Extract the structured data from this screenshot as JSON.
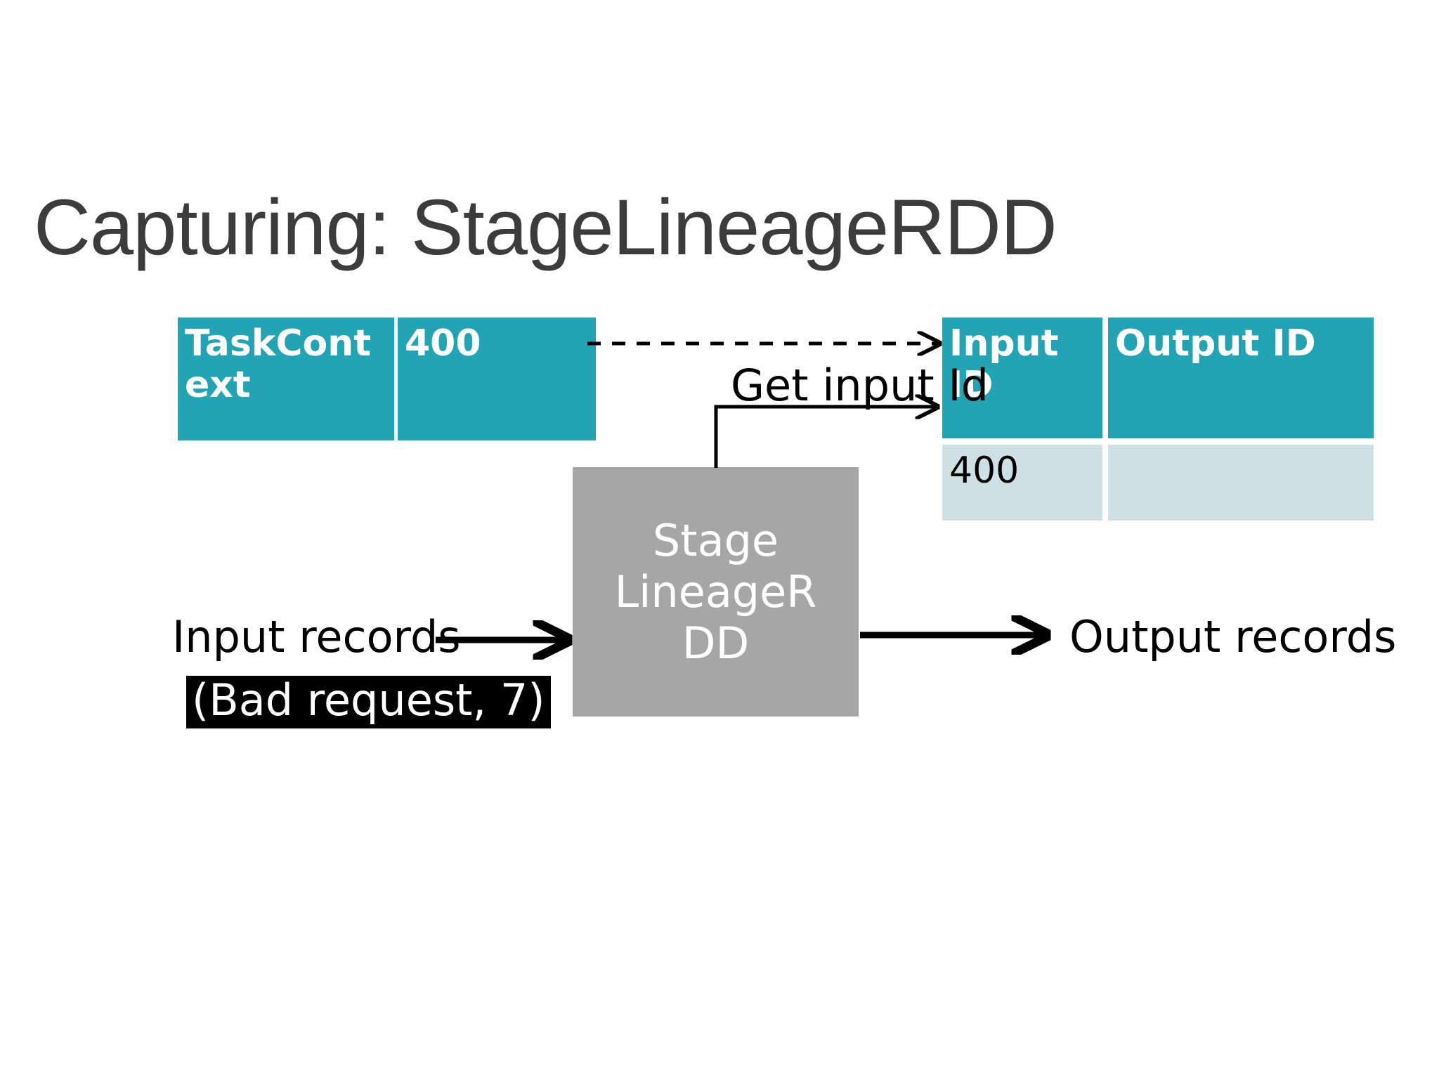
{
  "slide": {
    "title": "Capturing: StageLineageRDD",
    "background_color": "#FFFFFF",
    "title_color": "#3C3C3C"
  },
  "palette": {
    "teal_header": "#23A4B4",
    "light_row": "#CEE0E4",
    "gray_box": "#A6A6A6",
    "arrow_black": "#000000",
    "highlight_black": "#000000",
    "white": "#FFFFFF"
  },
  "task_context_table": {
    "name": "TaskContext table",
    "rows": [
      {
        "key": "TaskCont ext",
        "value": "400"
      }
    ]
  },
  "lineage_table": {
    "name": "Lineage id table",
    "headers": [
      "Input ID",
      "Output ID"
    ],
    "rows": [
      {
        "input_id": "400",
        "output_id": ""
      }
    ]
  },
  "process_box": {
    "label": "Stage LineageR DD"
  },
  "annotations": {
    "get_input_id": "Get input Id",
    "input_records": "Input records",
    "output_records": "Output records",
    "bad_request_record": "(Bad request, 7)"
  },
  "arrows": [
    {
      "name": "taskcontext-to-lineage-table",
      "style": "dashed",
      "from": "TaskContext table right edge",
      "to": "Input ID header"
    },
    {
      "name": "get-input-id-elbow",
      "style": "solid-elbow",
      "from": "StageLineageRDD box top",
      "to": "Input ID header"
    },
    {
      "name": "input-records-arrow",
      "style": "solid",
      "from": "Input records label",
      "to": "StageLineageRDD box left edge"
    },
    {
      "name": "output-records-arrow",
      "style": "solid",
      "from": "StageLineageRDD box right edge",
      "to": "Output records label"
    }
  ]
}
